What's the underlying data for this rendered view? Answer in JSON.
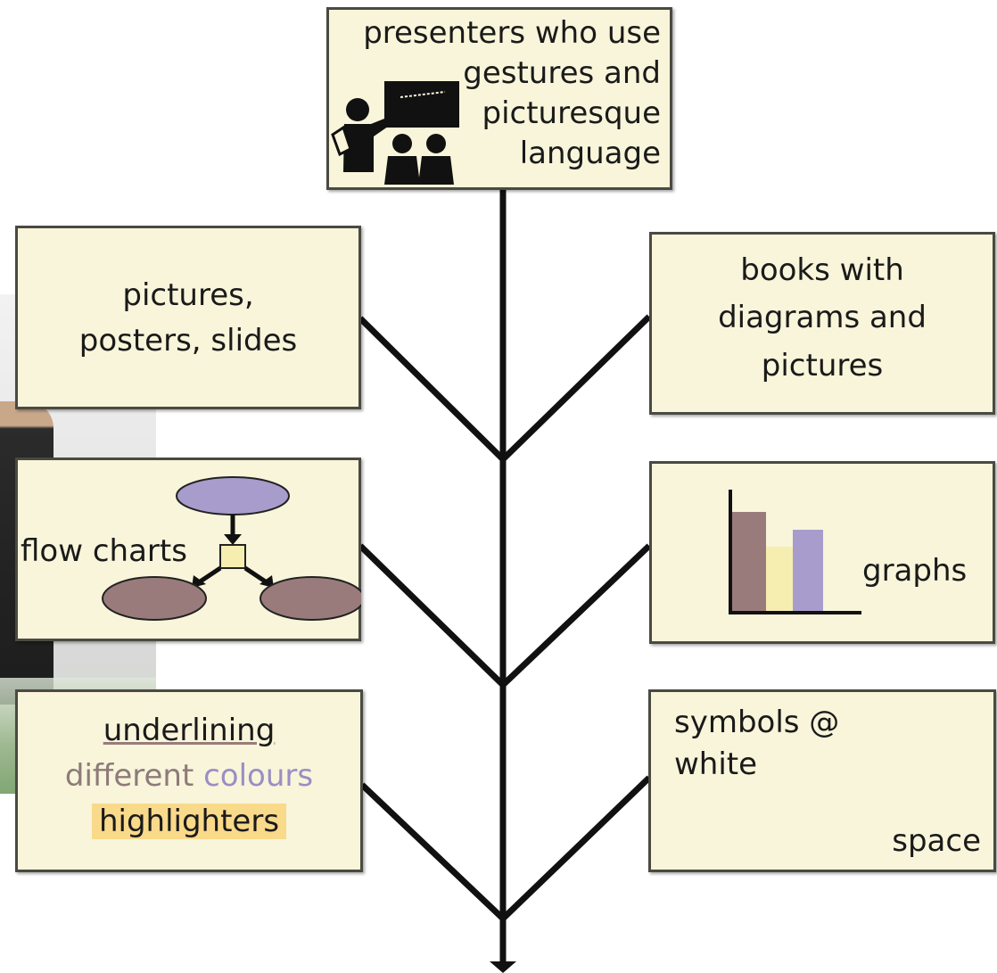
{
  "boxes": {
    "top": {
      "label_lines": [
        "presenters who use",
        "gestures and",
        "picturesque",
        "language"
      ],
      "icon": "presenter-icon"
    },
    "pictures": {
      "label_lines": [
        "pictures,",
        "posters, slides"
      ]
    },
    "books": {
      "label_lines": [
        "books with",
        "diagrams and",
        "pictures"
      ]
    },
    "flow": {
      "label": "flow charts",
      "icon": "flowchart-icon"
    },
    "graphs": {
      "label": "graphs",
      "icon": "bar-graph-icon"
    },
    "highlight": {
      "underline": "underlining",
      "colours_word1": "different",
      "colours_word2": "colours",
      "highlighters": "highlighters"
    },
    "symbols": {
      "line1": "symbols @",
      "line2": "white",
      "line3": "space"
    }
  },
  "colors": {
    "box_fill": "#f8f5da",
    "lavender": "#a89ccc",
    "mauve": "#9a7b7b",
    "pale_yellow": "#f6eeb0",
    "highlighter": "#f9d98a"
  }
}
